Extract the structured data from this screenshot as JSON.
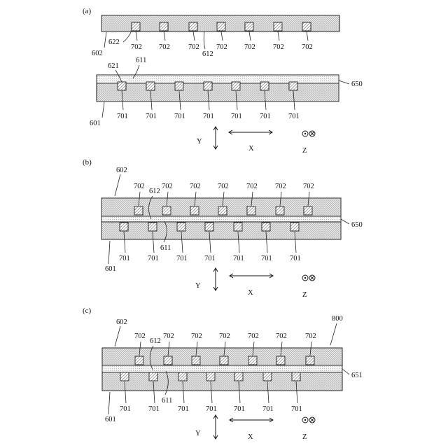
{
  "panels": [
    {
      "label": "(a)",
      "upper_substrate": "602",
      "upper_ref_622": "622",
      "upper_ref_612": "612",
      "upper_pads": [
        "702",
        "702",
        "702",
        "702",
        "702",
        "702",
        "702"
      ],
      "lower_substrate": "601",
      "lower_ref_621": "621",
      "lower_ref_611": "611",
      "lower_layer": "650",
      "lower_pads": [
        "701",
        "701",
        "701",
        "701",
        "701",
        "701",
        "701"
      ],
      "axes": {
        "y": "Y",
        "x": "X",
        "z": "Z"
      }
    },
    {
      "label": "(b)",
      "upper_substrate": "602",
      "ref_612": "612",
      "ref_611": "611",
      "layer": "650",
      "upper_pads": [
        "702",
        "702",
        "702",
        "702",
        "702",
        "702",
        "702"
      ],
      "lower_substrate": "601",
      "lower_pads": [
        "701",
        "701",
        "701",
        "701",
        "701",
        "701",
        "701"
      ],
      "axes": {
        "y": "Y",
        "x": "X",
        "z": "Z"
      }
    },
    {
      "label": "(c)",
      "upper_substrate": "602",
      "ref_612": "612",
      "ref_611": "611",
      "layer": "651",
      "assembly": "800",
      "upper_pads": [
        "702",
        "702",
        "702",
        "702",
        "702",
        "702",
        "702"
      ],
      "lower_substrate": "601",
      "lower_pads": [
        "701",
        "701",
        "701",
        "701",
        "701",
        "701",
        "701"
      ],
      "axes": {
        "y": "Y",
        "x": "X",
        "z": "Z"
      }
    }
  ]
}
